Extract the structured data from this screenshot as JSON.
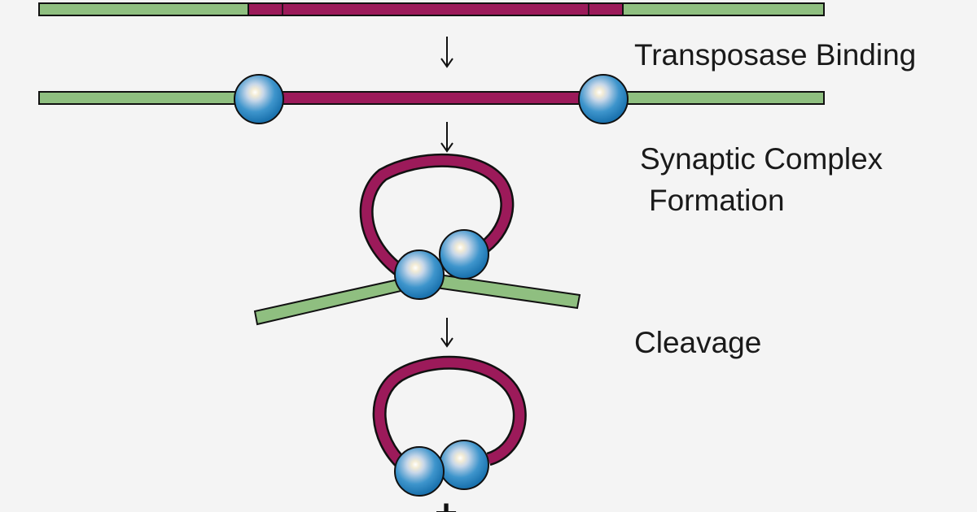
{
  "steps": [
    {
      "label_lines": [
        "Transposase Binding"
      ]
    },
    {
      "label_lines": [
        "Synaptic Complex",
        "Formation"
      ]
    },
    {
      "label_lines": [
        "Cleavage"
      ]
    }
  ],
  "plus_sign": "+",
  "colors": {
    "background": "#f4f4f4",
    "flanking_dna": "#8fbf80",
    "transposon_dna": "#9c1a5a",
    "transposase": "#1f86c4",
    "outline": "#111111"
  },
  "icons": {
    "arrow": "down-arrow-icon",
    "protein": "transposase-sphere-icon"
  }
}
